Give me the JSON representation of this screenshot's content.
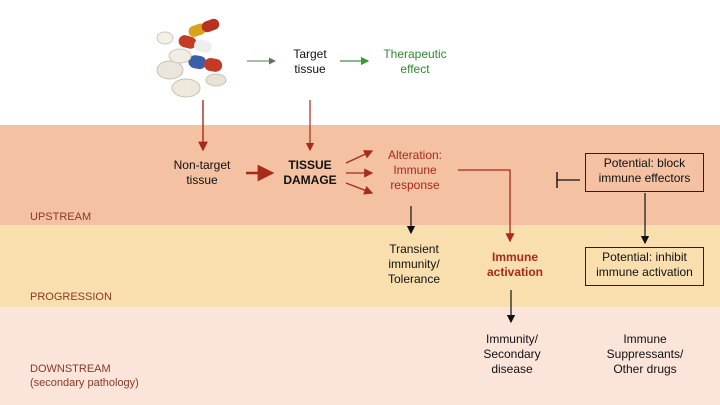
{
  "bands": {
    "upstream": "UPSTREAM",
    "progression": "PROGRESSION",
    "downstream_line1": "DOWNSTREAM",
    "downstream_line2": "(secondary pathology)"
  },
  "nodes": {
    "target_tissue_1": "Target",
    "target_tissue_2": "tissue",
    "therapeutic_1": "Therapeutic",
    "therapeutic_2": "effect",
    "non_target_1": "Non-target",
    "non_target_2": "tissue",
    "tissue_damage_1": "TISSUE",
    "tissue_damage_2": "DAMAGE",
    "alteration_1": "Alteration:",
    "alteration_2": "Immune",
    "alteration_3": "response",
    "block_1": "Potential: block",
    "block_2": "immune effectors",
    "transient_1": "Transient",
    "transient_2": "immunity/",
    "transient_3": "Tolerance",
    "activation_1": "Immune",
    "activation_2": "activation",
    "inhibit_1": "Potential: inhibit",
    "inhibit_2": "immune activation",
    "immunity_1": "Immunity/",
    "immunity_2": "Secondary",
    "immunity_3": "disease",
    "suppressants_1": "Immune",
    "suppressants_2": "Suppressants/",
    "suppressants_3": "Other drugs"
  },
  "colors": {
    "upstream": "#f4c1a2",
    "progression": "#f9dfae",
    "downstream": "#fbe4da",
    "red_arrow": "#a82a1a",
    "green_arrow": "#3a9a3a"
  }
}
